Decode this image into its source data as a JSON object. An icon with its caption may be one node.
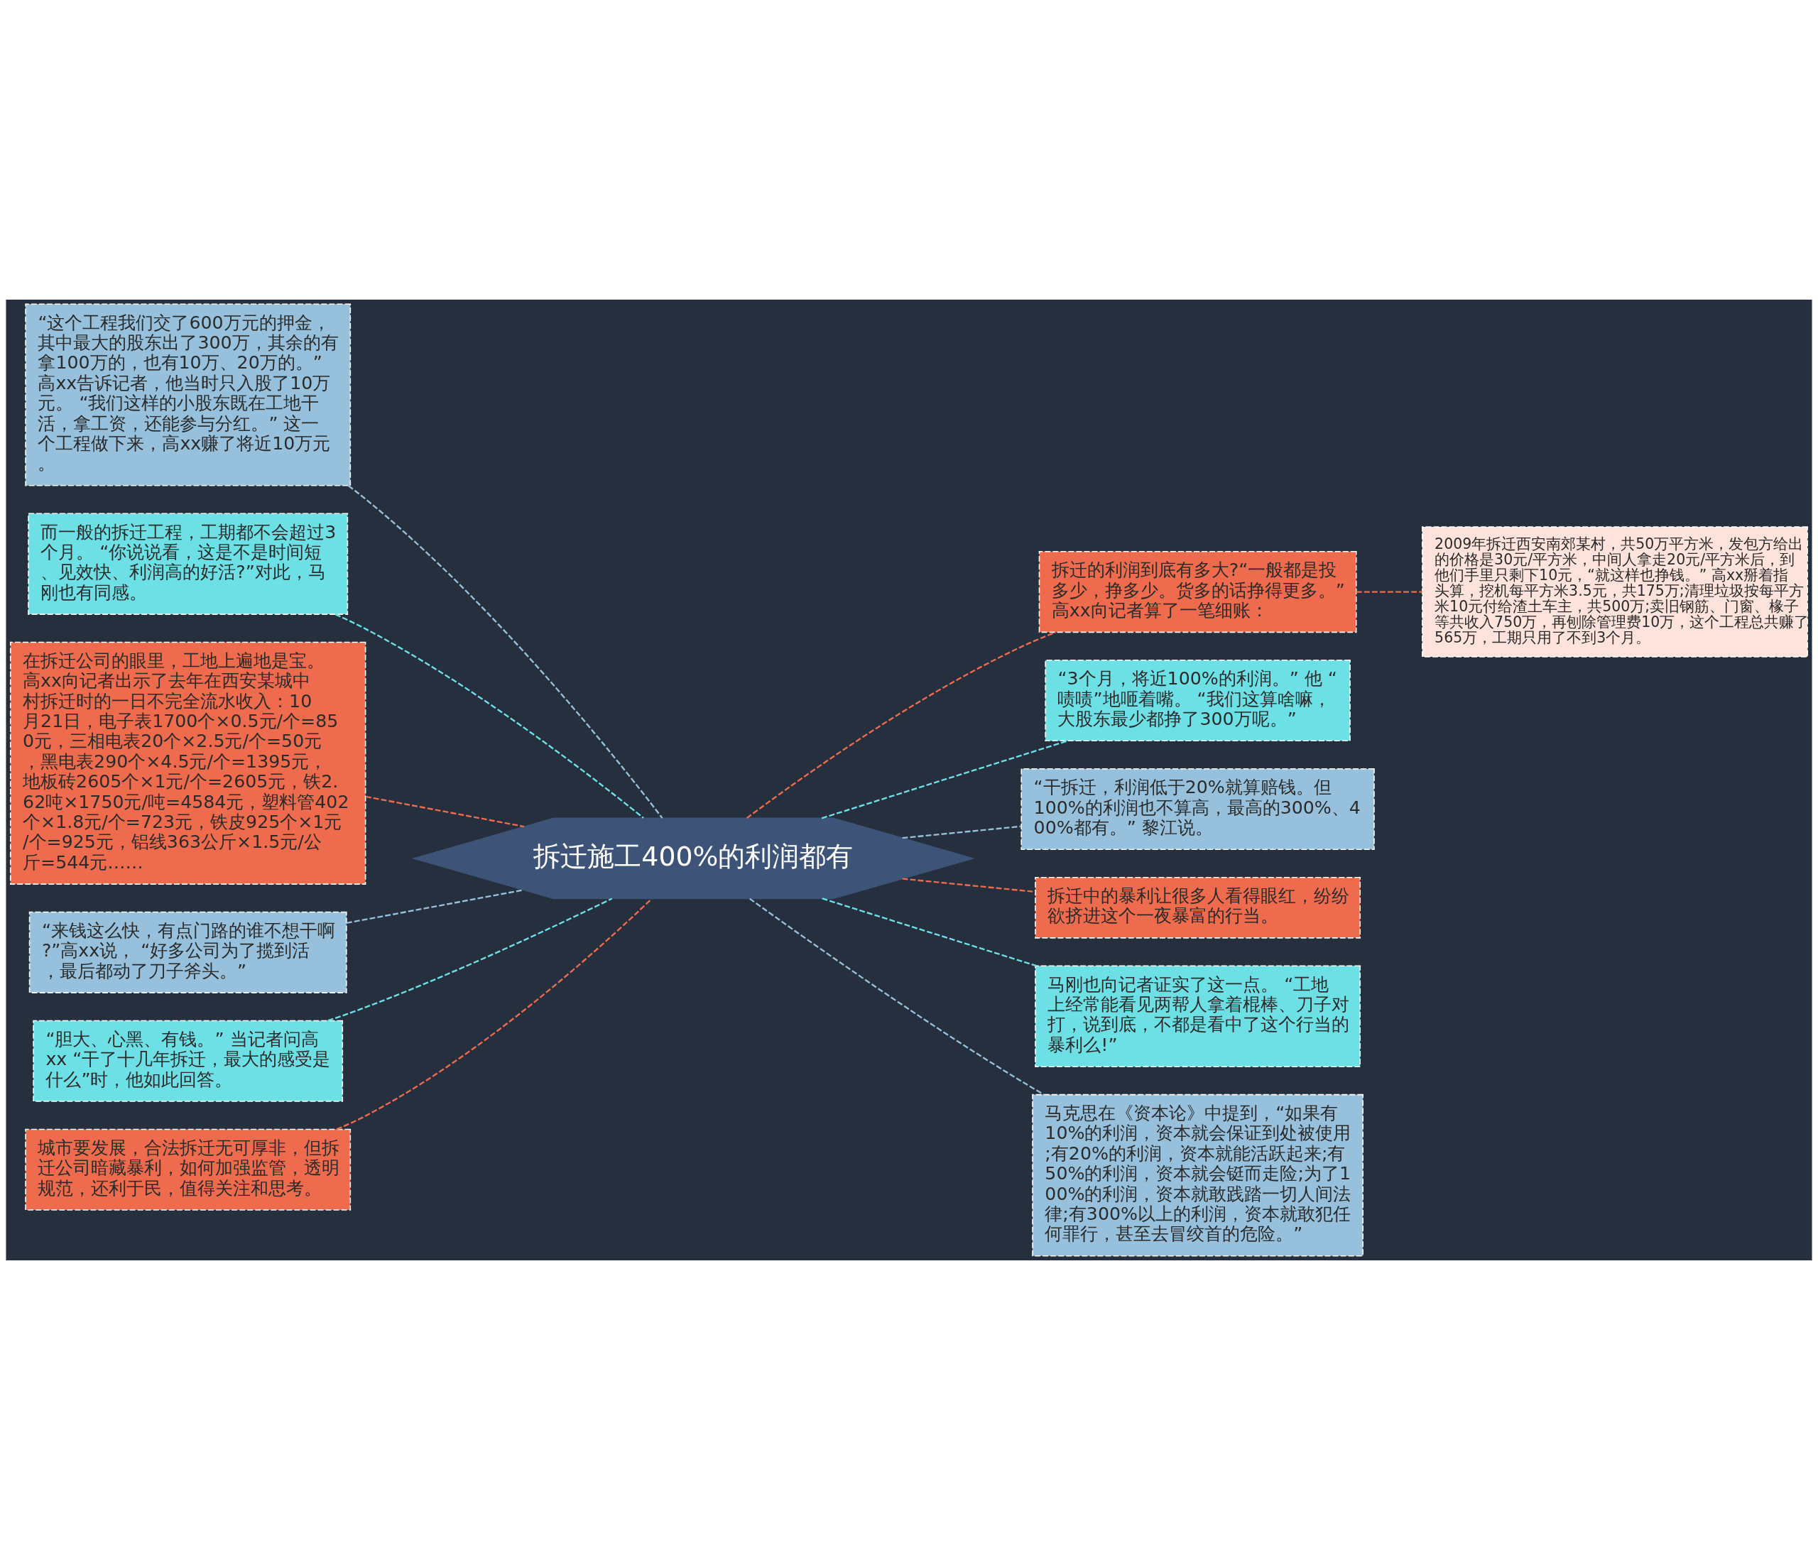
{
  "diagram": {
    "nodes": [
      {
        "text": [
          "拆迁施工400%的利润都有"
        ]
      },
      {
        "text": [
          "“这个工程我们交了600万元的押金，其中最大的股东出了300万，其余的有拿100万的，也有10万、20万的。” 高xx告诉记者，他当时只入股了10万元。 “我们这样的小股东既在工地干活，拿工资，还能参与分红。” 这一个工程做下来，高xx赚了将近10万元。"
        ]
      },
      {
        "text": [
          "而一般的拆迁工程，工期都不会超过3个月。 “你说说看，这是不是时间短、见效快、利润高的好活?”对此，马刚也有同感。"
        ]
      },
      {
        "text": [
          "在拆迁公司的眼里，工地上遍地是宝。高xx向记者出示了去年在西安某城中村拆迁时的一日不完全流水收入：10月21日，电子表1700个×0.5元/个=850元，三相电表20个×2.5元/个=50元，黑电表290个×4.5元/个=1395元，地板砖2605个×1元/个=2605元，铁2.62吨×1750元/吨=4584元，塑料管402个×1.8元/个=723元，铁皮925个×1元/个=925元，铝线363公斤×1.5元/公斤=544元……"
        ]
      },
      {
        "text": [
          "“来钱这么快，有点门路的谁不想干啊?”高xx说， “好多公司为了揽到活，最后都动了刀子斧头。”"
        ]
      },
      {
        "text": [
          "“胆大、心黑、有钱。” 当记者问高xx “干了十几年拆迁，最大的感受是什么”时，他如此回答。"
        ]
      },
      {
        "text": [
          "城市要发展，合法拆迁无可厚非，但拆迁公司暗藏暴利，如何加强监管，透明规范，还利于民，值得关注和思考。"
        ]
      },
      {
        "text": [
          "拆迁的利润到底有多大?“一般都是投多少，挣多少。货多的话挣得更多。” 高xx向记者算了一笔细账："
        ]
      },
      {
        "text": [
          "“3个月，将近100%的利润。” 他 “啧啧”地咂着嘴。 “我们这算啥嘛，大股东最少都挣了300万呢。”"
        ]
      },
      {
        "text": [
          "“干拆迁，利润低于20%就算赔钱。但100%的利润也不算高，最高的300%、400%都有。” 黎江说。"
        ]
      },
      {
        "text": [
          "拆迁中的暴利让很多人看得眼红，纷纷欲挤进这个一夜暴富的行当。"
        ]
      },
      {
        "text": [
          "马刚也向记者证实了这一点。 “工地上经常能看见两帮人拿着棍棒、刀子对打，说到底，不都是看中了这个行当的暴利么!”"
        ]
      },
      {
        "text": [
          "马克思在《资本论》中提到，“如果有10%的利润，资本就会保证到处被使用;有20%的利润，资本就能活跃起来;有50%的利润，资本就会铤而走险;为了100%的利润，资本就敢践踏一切人间法律;有300%以上的利润，资本就敢犯任何罪行，甚至去冒绞首的危险。”"
        ]
      },
      {
        "text": [
          "2009年拆迁西安南郊某村，共50万平方米，发包方给出的价格是30元/平方米，中间人拿走20元/平方米后，到他们手里只剩下10元，“就这样也挣钱。” 高xx掰着指头算，挖机每平方米3.5元，共175万;清理垃圾按每平方米10元付给渣土车主，共500万;卖旧钢筋、门窗、椽子等共收入750万，再刨除管理费10万，这个工程总共赚了565万，工期只用了不到3个月。"
        ]
      }
    ],
    "edges": [
      {
        "from": 0,
        "to": 1,
        "arrow": "none",
        "style": "dashed",
        "color": "#96c0db"
      },
      {
        "from": 0,
        "to": 2,
        "arrow": "none",
        "style": "dashed",
        "color": "#6de0e6"
      },
      {
        "from": 0,
        "to": 3,
        "arrow": "none",
        "style": "dashed",
        "color": "#ef6b4d"
      },
      {
        "from": 0,
        "to": 4,
        "arrow": "none",
        "style": "dashed",
        "color": "#96c0db"
      },
      {
        "from": 0,
        "to": 5,
        "arrow": "none",
        "style": "dashed",
        "color": "#6de0e6"
      },
      {
        "from": 0,
        "to": 6,
        "arrow": "none",
        "style": "dashed",
        "color": "#ef6b4d"
      },
      {
        "from": 0,
        "to": 7,
        "arrow": "none",
        "style": "dashed",
        "color": "#ef6b4d"
      },
      {
        "from": 0,
        "to": 8,
        "arrow": "none",
        "style": "dashed",
        "color": "#6de0e6"
      },
      {
        "from": 0,
        "to": 9,
        "arrow": "none",
        "style": "dashed",
        "color": "#96c0db"
      },
      {
        "from": 0,
        "to": 10,
        "arrow": "none",
        "style": "dashed",
        "color": "#ef6b4d"
      },
      {
        "from": 0,
        "to": 11,
        "arrow": "none",
        "style": "dashed",
        "color": "#6de0e6"
      },
      {
        "from": 0,
        "to": 12,
        "arrow": "none",
        "style": "dashed",
        "color": "#96c0db"
      },
      {
        "from": 7,
        "to": 13,
        "arrow": "none",
        "style": "dashed",
        "color": "#ef6b4d"
      }
    ]
  }
}
